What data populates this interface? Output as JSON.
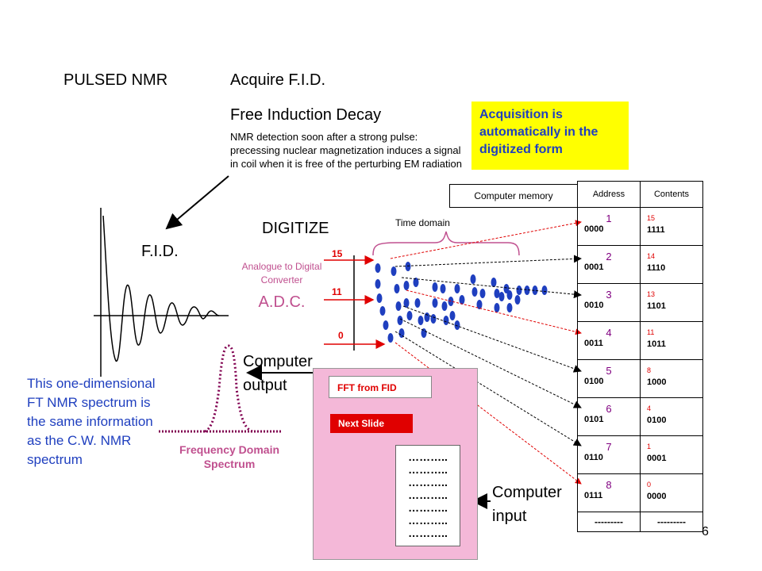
{
  "title_left": "PULSED NMR",
  "title_acquire": "Acquire F.I.D.",
  "title_fid_full": "Free Induction Decay",
  "description": "NMR detection soon after a strong pulse: precessing nuclear magnetization induces a signal in coil when it is free of the perturbing EM radiation",
  "yellow_note": "Acquisition is automatically in the digitized form",
  "memory_label": "Computer memory",
  "digitize_label": "DIGITIZE",
  "fid_label": "F.I.D.",
  "adc_sub": "Analogue to Digital Converter",
  "adc_label": "A.D.C.",
  "time_domain": "Time domain",
  "y_levels": [
    "15",
    "11",
    "0"
  ],
  "computer_output": "Computer output",
  "computer_input": "Computer input",
  "left_text": "This one-dimensional FT NMR spectrum is the same information as the C.W. NMR spectrum",
  "freq_label": "Frequency Domain Spectrum",
  "fft_label": "FFT from FID",
  "next_slide": "Next Slide",
  "dots_lines": "………..",
  "page_number": "6",
  "table": {
    "headers": [
      "Address",
      "Contents"
    ],
    "rows": [
      {
        "addr": "1",
        "addr_bin": "0000",
        "val": "15",
        "val_bin": "1111"
      },
      {
        "addr": "2",
        "addr_bin": "0001",
        "val": "14",
        "val_bin": "1110"
      },
      {
        "addr": "3",
        "addr_bin": "0010",
        "val": "13",
        "val_bin": "1101"
      },
      {
        "addr": "4",
        "addr_bin": "0011",
        "val": "11",
        "val_bin": "1011"
      },
      {
        "addr": "5",
        "addr_bin": "0100",
        "val": "8",
        "val_bin": "1000"
      },
      {
        "addr": "6",
        "addr_bin": "0101",
        "val": "4",
        "val_bin": "0100"
      },
      {
        "addr": "7",
        "addr_bin": "0110",
        "val": "1",
        "val_bin": "0001"
      },
      {
        "addr": "8",
        "addr_bin": "0111",
        "val": "0",
        "val_bin": "0000"
      }
    ],
    "footer": [
      "---------",
      "---------"
    ]
  },
  "colors": {
    "blue_dots": "#1f3fbf",
    "pink_text": "#c0508f",
    "red": "#e00000",
    "yellow": "#ffff00",
    "panel": "#f4b8d8",
    "spectrum": "#800050"
  }
}
